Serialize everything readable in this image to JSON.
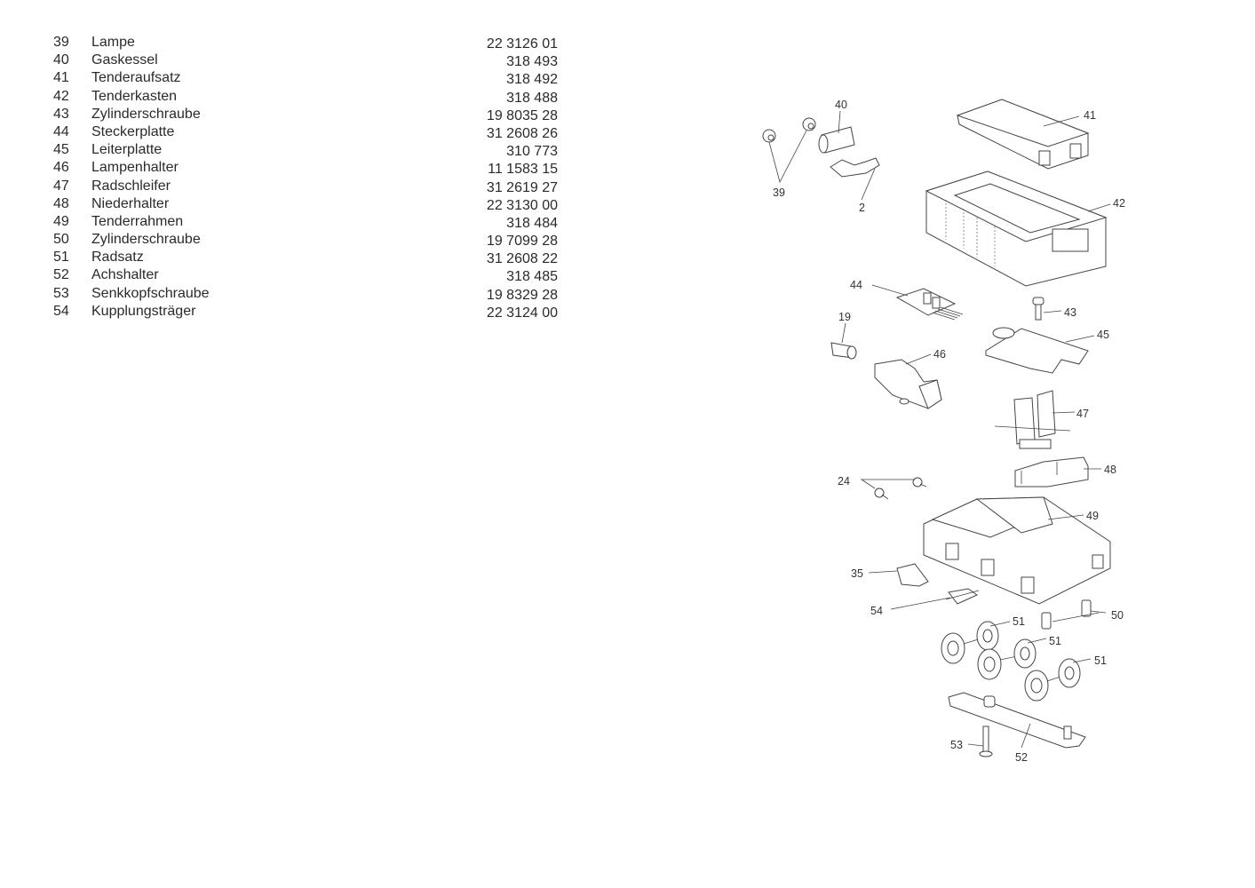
{
  "parts_list": [
    {
      "number": "39",
      "name": "Lampe",
      "code": "22 3126 01"
    },
    {
      "number": "40",
      "name": "Gaskessel",
      "code": "318 493"
    },
    {
      "number": "41",
      "name": "Tenderaufsatz",
      "code": "318 492"
    },
    {
      "number": "42",
      "name": "Tenderkasten",
      "code": "318 488"
    },
    {
      "number": "43",
      "name": "Zylinderschraube",
      "code": "19 8035 28"
    },
    {
      "number": "44",
      "name": "Steckerplatte",
      "code": "31 2608 26"
    },
    {
      "number": "45",
      "name": "Leiterplatte",
      "code": "310 773"
    },
    {
      "number": "46",
      "name": "Lampenhalter",
      "code": "11 1583 15"
    },
    {
      "number": "47",
      "name": "Radschleifer",
      "code": "31 2619 27"
    },
    {
      "number": "48",
      "name": "Niederhalter",
      "code": "22 3130 00"
    },
    {
      "number": "49",
      "name": "Tenderrahmen",
      "code": "318 484"
    },
    {
      "number": "50",
      "name": "Zylinderschraube",
      "code": "19 7099 28"
    },
    {
      "number": "51",
      "name": "Radsatz",
      "code": "31 2608 22"
    },
    {
      "number": "52",
      "name": "Achshalter",
      "code": "318 485"
    },
    {
      "number": "53",
      "name": "Senkkopfschraube",
      "code": "19 8329 28"
    },
    {
      "number": "54",
      "name": "Kupplungsträger",
      "code": "22 3124 00"
    }
  ],
  "diagram_labels": {
    "l39": "39",
    "l40": "40",
    "l2": "2",
    "l41": "41",
    "l42": "42",
    "l44": "44",
    "l19": "19",
    "l43": "43",
    "l45": "45",
    "l46": "46",
    "l47": "47",
    "l48": "48",
    "l24": "24",
    "l49": "49",
    "l35": "35",
    "l54": "54",
    "l50": "50",
    "l51a": "51",
    "l51b": "51",
    "l51c": "51",
    "l53": "53",
    "l52": "52"
  }
}
